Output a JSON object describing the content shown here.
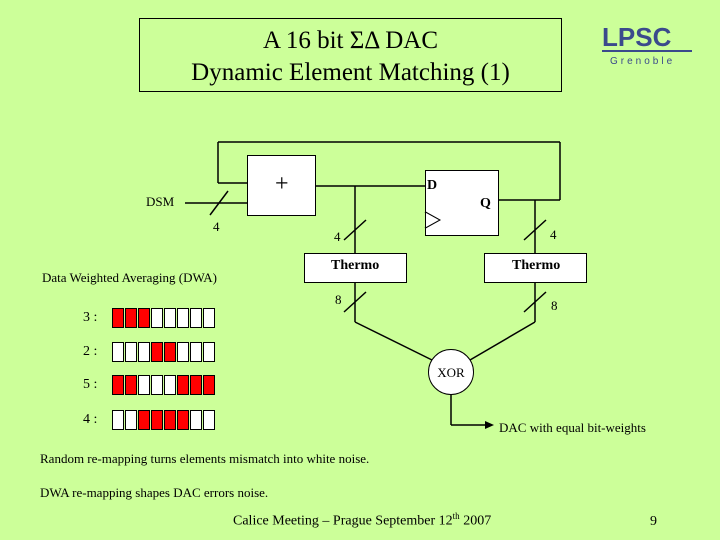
{
  "title": {
    "line1": "A 16 bit ΣΔ DAC",
    "line2": "Dynamic Element Matching (1)"
  },
  "logo": {
    "text": "LPSC",
    "subtext": "Grenoble",
    "accent_color": "#3b4a8c"
  },
  "diagram": {
    "dsm_label": "DSM",
    "adder_symbol": "+",
    "dff_d": "D",
    "dff_q": "Q",
    "bus_width_in": "4",
    "bus_width_left": "4",
    "bus_width_right": "4",
    "thermo_left": "Thermo",
    "thermo_right": "Thermo",
    "bus_width_out_left": "8",
    "bus_width_out_right": "8",
    "xor_label": "XOR",
    "output_label": "DAC with equal bit-weights"
  },
  "dwa": {
    "heading": "Data Weighted Averaging (DWA)",
    "rows": [
      {
        "label": "3 :",
        "cells": [
          1,
          1,
          1,
          0,
          0,
          0,
          0,
          0
        ]
      },
      {
        "label": "2 :",
        "cells": [
          0,
          0,
          0,
          1,
          1,
          0,
          0,
          0
        ]
      },
      {
        "label": "5 :",
        "cells": [
          1,
          1,
          0,
          0,
          0,
          1,
          1,
          1
        ]
      },
      {
        "label": "4 :",
        "cells": [
          0,
          0,
          1,
          1,
          1,
          1,
          0,
          0
        ]
      }
    ],
    "on_color": "#ff0000"
  },
  "notes": {
    "line1": "Random re-mapping turns elements mismatch into white noise.",
    "line2": "DWA re-mapping shapes DAC errors noise."
  },
  "footer": {
    "text": "Calice Meeting – Prague September 12",
    "sup": "th",
    "year": " 2007",
    "page": "9"
  },
  "background_color": "#ccff99"
}
